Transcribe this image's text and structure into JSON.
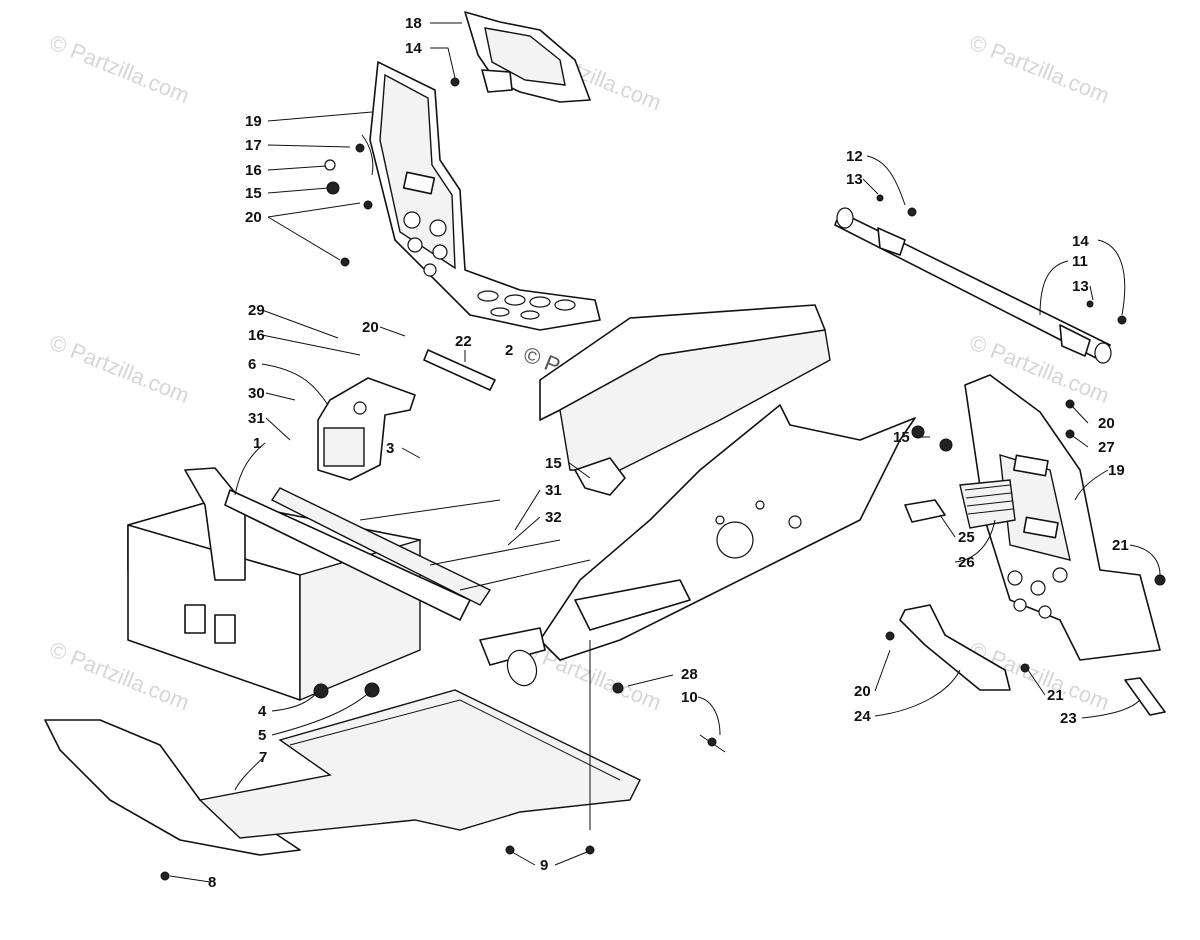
{
  "watermarks": {
    "corner": "© Partzilla.com",
    "center": "© Partzilla.com"
  },
  "callouts": [
    "18",
    "14",
    "19",
    "17",
    "16",
    "15",
    "20",
    "12",
    "13",
    "11",
    "29",
    "6",
    "30",
    "31",
    "1",
    "3",
    "22",
    "2",
    "4",
    "5",
    "7",
    "8",
    "9",
    "10",
    "28",
    "32",
    "25",
    "26",
    "21",
    "24",
    "23",
    "27"
  ]
}
